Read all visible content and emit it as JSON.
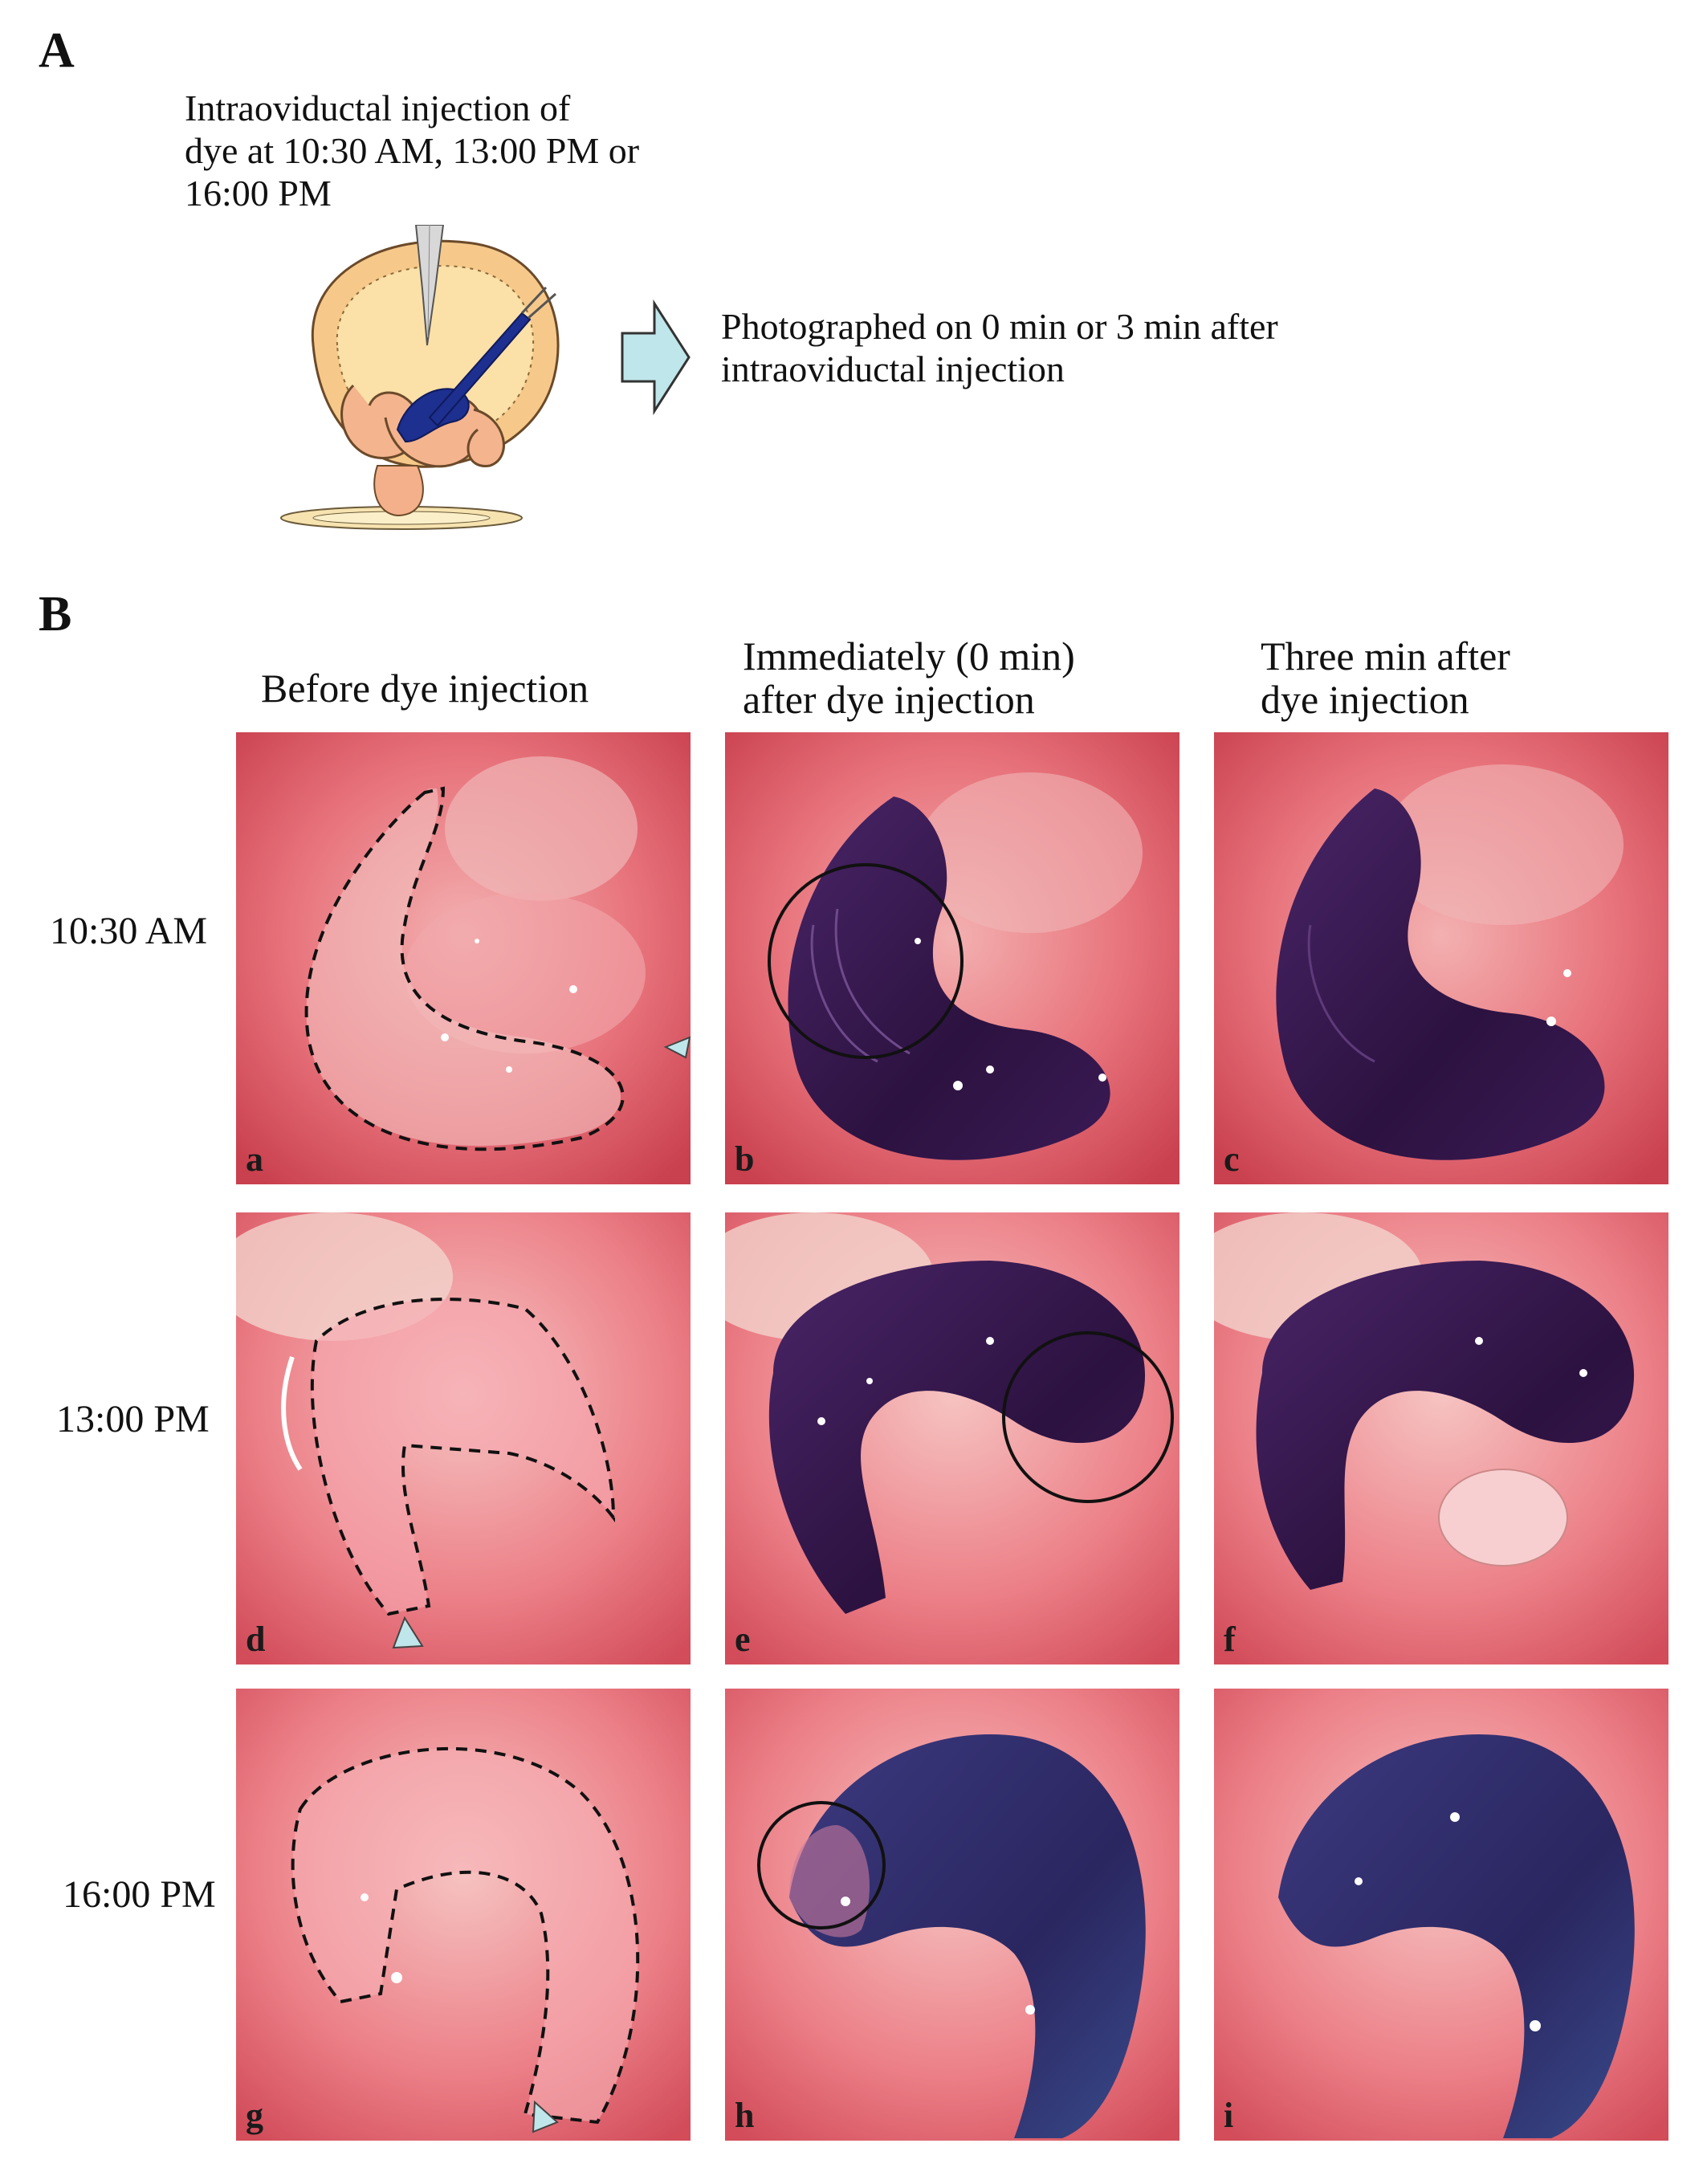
{
  "panel_a": {
    "letter": "A",
    "caption_lines": [
      "Intraoviductal injection of",
      "dye at 10:30 AM, 13:00 PM or",
      "16:00 PM"
    ],
    "result_lines": [
      "Photographed on 0 min or 3 min after",
      "intraoviductal injection"
    ]
  },
  "panel_b": {
    "letter": "B",
    "columns": [
      {
        "lines": [
          "Before dye injection"
        ]
      },
      {
        "lines": [
          "Immediately (0 min)",
          "after dye injection"
        ]
      },
      {
        "lines": [
          "Three min after",
          "dye injection"
        ]
      }
    ],
    "rows": [
      "10:30 AM",
      "13:00 PM",
      "16:00 PM"
    ],
    "subpanels": [
      "a",
      "b",
      "c",
      "d",
      "e",
      "f",
      "g",
      "h",
      "i"
    ]
  },
  "colors": {
    "tissue": "#e8737c",
    "dye": "#3a1a55",
    "arrow": "#bfe6ea"
  }
}
